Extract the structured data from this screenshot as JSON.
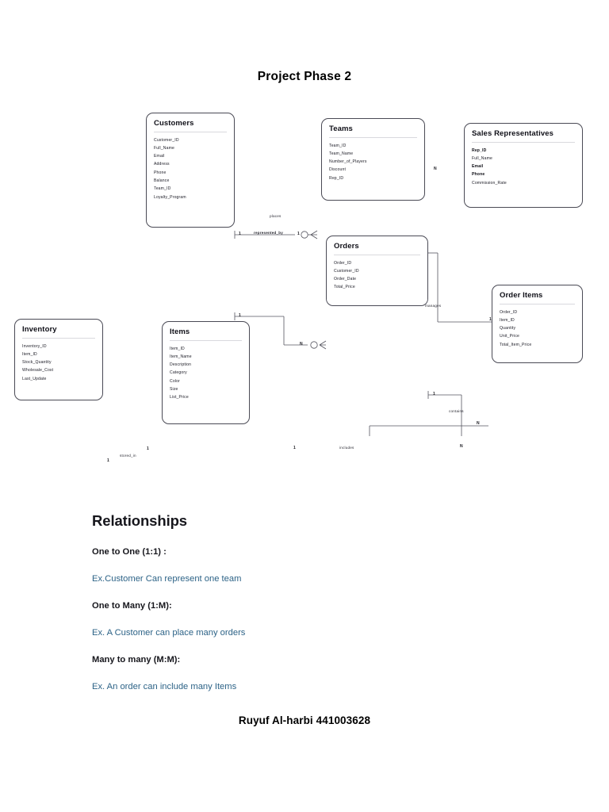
{
  "document": {
    "title": "Project Phase 2",
    "footer": "Ruyuf Al-harbi 441003628"
  },
  "diagram": {
    "type": "er-diagram",
    "entities": [
      {
        "id": "customers",
        "name": "Customers",
        "attributes": [
          "Customer_ID",
          "Full_Name",
          "Email",
          "Address",
          "Phone",
          "Balance",
          "Team_ID",
          "Loyalty_Program"
        ]
      },
      {
        "id": "teams",
        "name": "Teams",
        "attributes": [
          "Team_ID",
          "Team_Name",
          "Number_of_Players",
          "Discount",
          "Rep_ID"
        ]
      },
      {
        "id": "sales_representatives",
        "name": "Sales Representatives",
        "attributes": [
          "Rep_ID",
          "Full_Name",
          "Email",
          "Phone",
          "Commission_Rate"
        ]
      },
      {
        "id": "orders",
        "name": "Orders",
        "attributes": [
          "Order_ID",
          "Customer_ID",
          "Order_Date",
          "Total_Price"
        ]
      },
      {
        "id": "order_items",
        "name": "Order Items",
        "attributes": [
          "Order_ID",
          "Item_ID",
          "Quantity",
          "Unit_Price",
          "Total_Item_Price"
        ]
      },
      {
        "id": "items",
        "name": "Items",
        "attributes": [
          "Item_ID",
          "Item_Name",
          "Description",
          "Category",
          "Color",
          "Size",
          "List_Price"
        ]
      },
      {
        "id": "inventory",
        "name": "Inventory",
        "attributes": [
          "Inventory_ID",
          "Item_ID",
          "Stock_Quantity",
          "Wholesale_Cost",
          "Last_Update"
        ]
      }
    ],
    "relationships": [
      {
        "id": "represented_by",
        "label": "represented_by",
        "from": "Customers",
        "to": "Teams",
        "from_cardinality": "1",
        "to_cardinality": "1"
      },
      {
        "id": "manages",
        "label": "manages",
        "from": "Teams",
        "to": "Sales Representatives",
        "from_cardinality": "N",
        "to_cardinality": "1"
      },
      {
        "id": "places",
        "label": "places",
        "from": "Customers",
        "to": "Orders",
        "from_cardinality": "1",
        "to_cardinality": "N"
      },
      {
        "id": "contains",
        "label": "contains",
        "from": "Orders",
        "to": "Order Items",
        "from_cardinality": "1",
        "to_cardinality": "N"
      },
      {
        "id": "includes",
        "label": "includes",
        "from": "Items",
        "to": "Order Items",
        "from_cardinality": "1",
        "to_cardinality": "N"
      },
      {
        "id": "stored_in",
        "label": "stored_in",
        "from": "Inventory",
        "to": "Items",
        "from_cardinality": "1",
        "to_cardinality": "1"
      }
    ]
  },
  "relationships_section": {
    "heading": "Relationships",
    "entries": [
      {
        "term": "One to One (1:1) :",
        "example": "Ex.Customer Can represent one team"
      },
      {
        "term": "One to  Many (1:M):",
        "example": "Ex. A Customer can place many orders"
      },
      {
        "term": "Many to many (M:M):",
        "example": "Ex. An order can include many Items"
      }
    ]
  },
  "colors": {
    "entity_border": "#4a4a55",
    "example_text": "#2d6387",
    "line": "#55555f"
  }
}
